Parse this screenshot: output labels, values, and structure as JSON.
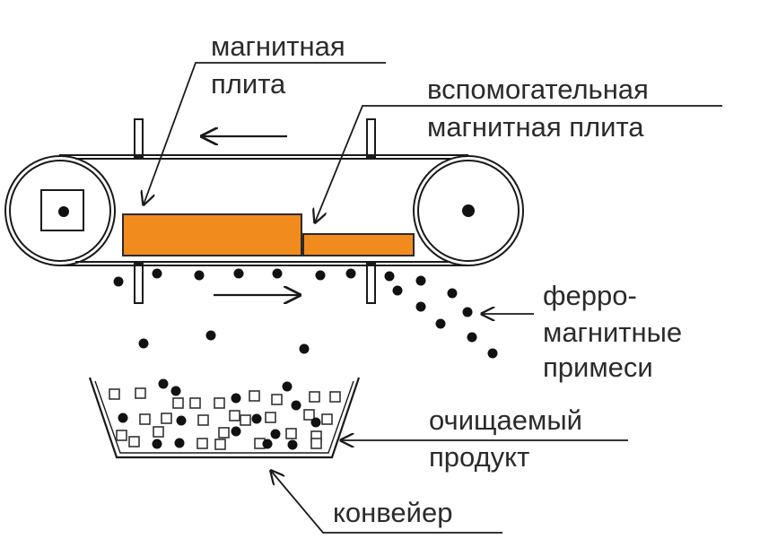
{
  "labels": {
    "magnetic_plate": [
      "магнитная",
      "плита"
    ],
    "aux_plate": [
      "вспомогательная",
      "магнитная плита"
    ],
    "ferro": [
      "ферро-",
      "магнитные",
      "примеси"
    ],
    "product": [
      "очищаемый",
      "продукт"
    ],
    "conveyor": [
      "конвейер"
    ]
  },
  "colors": {
    "plate": "#f28b1e",
    "line": "#1a1a1a",
    "text": "#2b2b2b"
  }
}
